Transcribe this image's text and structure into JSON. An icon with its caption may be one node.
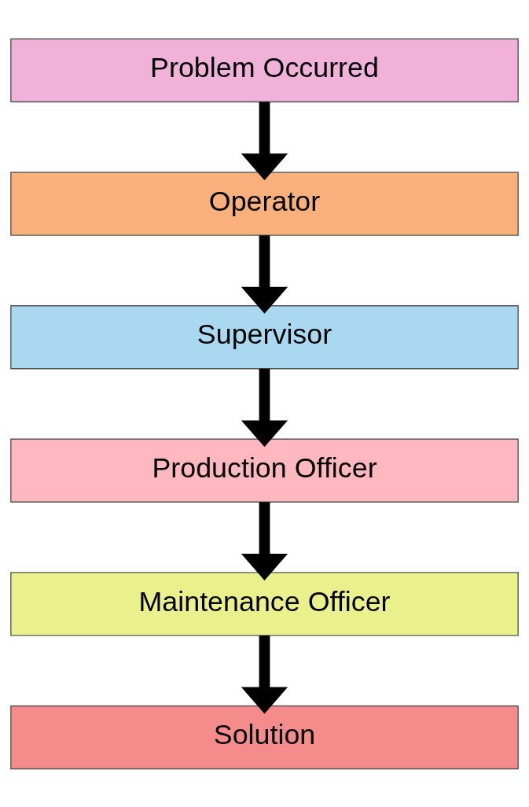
{
  "diagram": {
    "nodes": [
      {
        "text": [
          "Problem Occurred"
        ]
      },
      {
        "text": [
          "Operator"
        ]
      },
      {
        "text": [
          "Supervisor"
        ]
      },
      {
        "text": [
          "Production Officer"
        ]
      },
      {
        "text": [
          "Maintenance Officer"
        ]
      },
      {
        "text": [
          "Solution"
        ]
      }
    ],
    "edges": [
      {
        "from": 0,
        "to": 1,
        "arrow": "to"
      },
      {
        "from": 1,
        "to": 2,
        "arrow": "to"
      },
      {
        "from": 2,
        "to": 3,
        "arrow": "to"
      },
      {
        "from": 3,
        "to": 4,
        "arrow": "to"
      },
      {
        "from": 4,
        "to": 5,
        "arrow": "to"
      }
    ]
  }
}
